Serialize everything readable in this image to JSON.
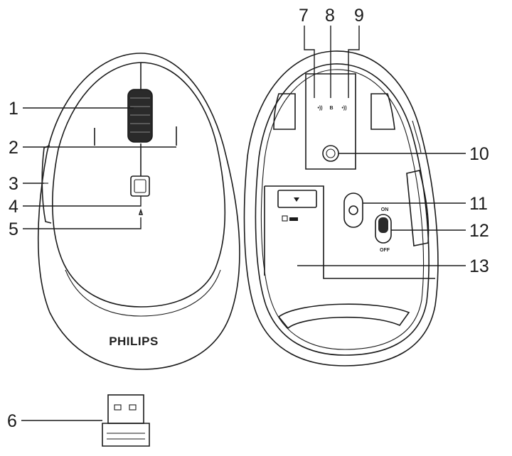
{
  "callouts": {
    "c1": "1",
    "c2": "2",
    "c3": "3",
    "c4": "4",
    "c5": "5",
    "c6": "6",
    "c7": "7",
    "c8": "8",
    "c9": "9",
    "c10": "10",
    "c11": "11",
    "c12": "12",
    "c13": "13"
  },
  "mouse_top": {
    "brand": "PHILIPS"
  },
  "switch": {
    "on": "ON",
    "off": "OFF"
  },
  "mode_marks": {
    "m7": "•))",
    "m8": "B",
    "m9": "•))"
  }
}
